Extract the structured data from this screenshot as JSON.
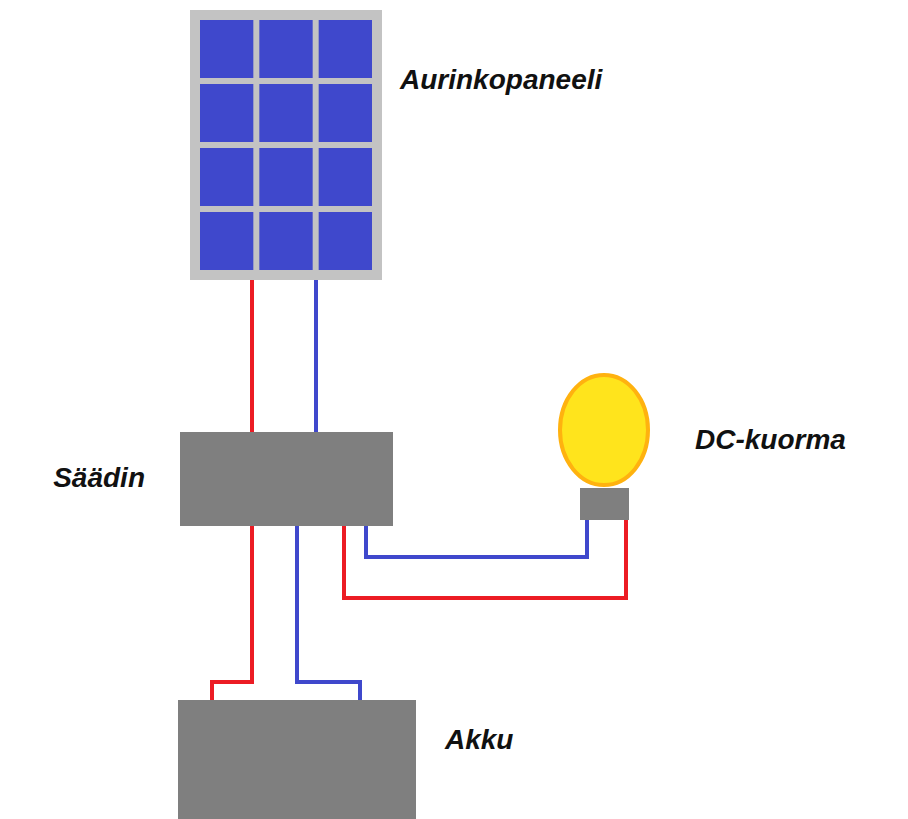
{
  "diagram": {
    "nodes": [
      {
        "text": [
          "Aurinkopaneeli"
        ]
      },
      {
        "text": [
          "Säädin"
        ]
      },
      {
        "text": [
          "DC-kuorma"
        ]
      },
      {
        "text": [
          "Akku"
        ]
      }
    ],
    "edges": [
      {
        "from": 0,
        "to": 1,
        "arrow": "none"
      },
      {
        "from": 1,
        "to": 3,
        "arrow": "none"
      },
      {
        "from": 1,
        "to": 2,
        "arrow": "none"
      }
    ]
  }
}
